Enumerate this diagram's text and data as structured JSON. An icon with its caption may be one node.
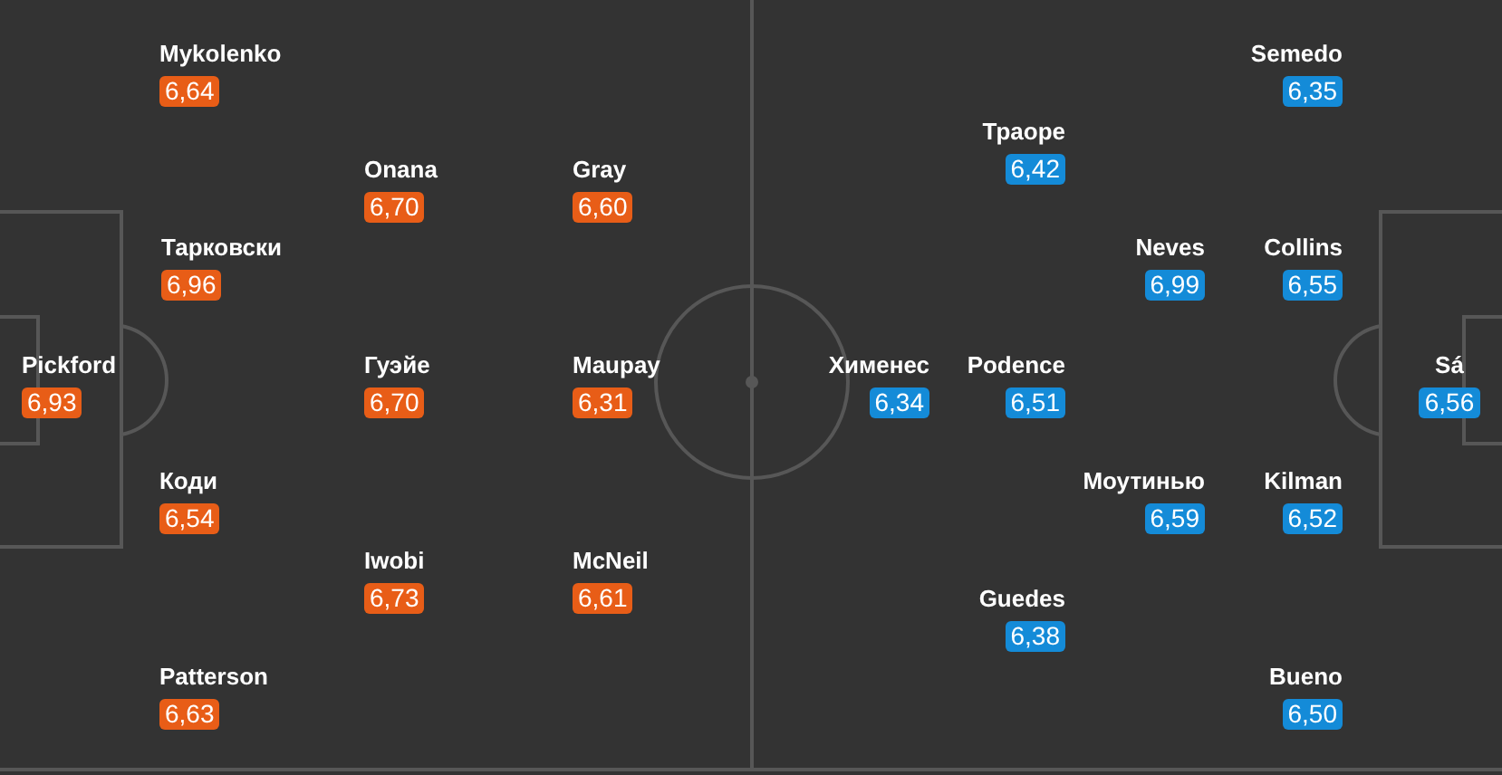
{
  "diagram": {
    "nodes": [
      {
        "text": [
          "Mykolenko",
          "6,64"
        ]
      },
      {
        "text": [
          "Onana",
          "6,70"
        ]
      },
      {
        "text": [
          "Gray",
          "6,60"
        ]
      },
      {
        "text": [
          "Тарковски",
          "6,96"
        ]
      },
      {
        "text": [
          "Pickford",
          "6,93"
        ]
      },
      {
        "text": [
          "Гуэйе",
          "6,70"
        ]
      },
      {
        "text": [
          "Maupay",
          "6,31"
        ]
      },
      {
        "text": [
          "Коди",
          "6,54"
        ]
      },
      {
        "text": [
          "Iwobi",
          "6,73"
        ]
      },
      {
        "text": [
          "McNeil",
          "6,61"
        ]
      },
      {
        "text": [
          "Patterson",
          "6,63"
        ]
      },
      {
        "text": [
          "Semedo",
          "6,35"
        ]
      },
      {
        "text": [
          "Траоре",
          "6,42"
        ]
      },
      {
        "text": [
          "Neves",
          "6,99"
        ]
      },
      {
        "text": [
          "Collins",
          "6,55"
        ]
      },
      {
        "text": [
          "Хименес",
          "6,34"
        ]
      },
      {
        "text": [
          "Podence",
          "6,51"
        ]
      },
      {
        "text": [
          "Sá",
          "6,56"
        ]
      },
      {
        "text": [
          "Моутинью",
          "6,59"
        ]
      },
      {
        "text": [
          "Kilman",
          "6,52"
        ]
      },
      {
        "text": [
          "Guedes",
          "6,38"
        ]
      },
      {
        "text": [
          "Bueno",
          "6,50"
        ]
      }
    ]
  }
}
